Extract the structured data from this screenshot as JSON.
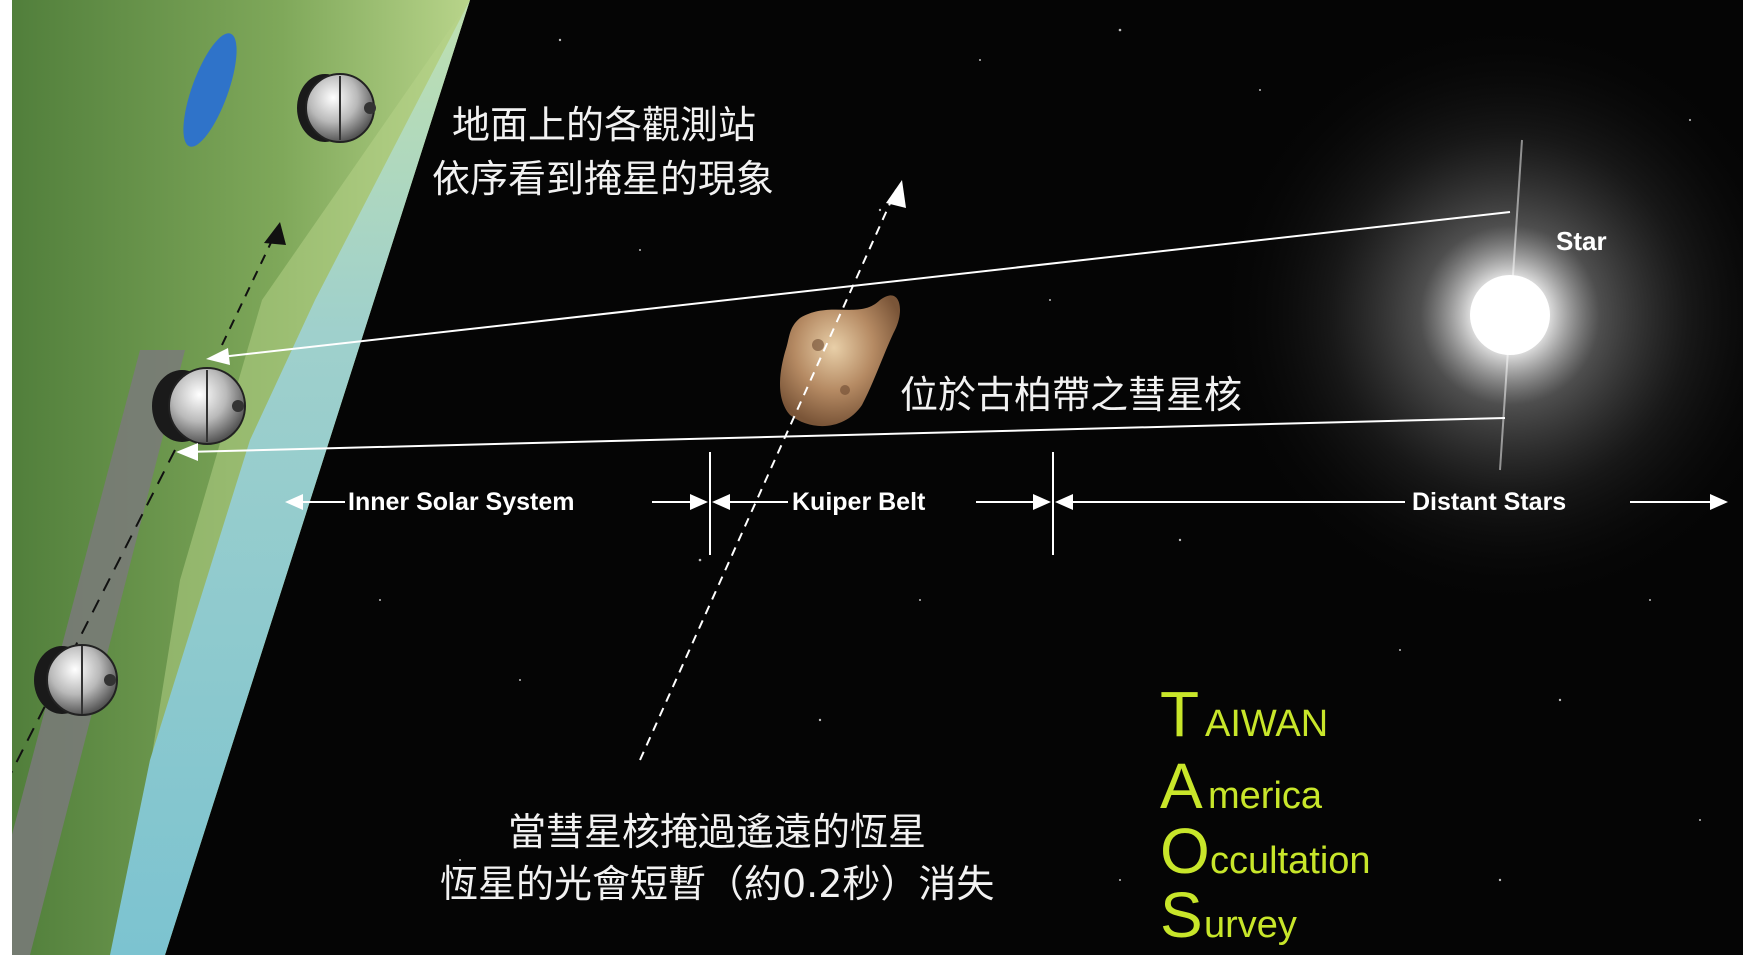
{
  "labels": {
    "stations_line1": "地面上的各觀測站",
    "stations_line2": "依序看到掩星的現象",
    "comet_nucleus": "位於古柏帶之彗星核",
    "star": "Star",
    "occultation_line1": "當彗星核掩過遙遠的恆星",
    "occultation_line2": "恆星的光會短暫（約0.2秒）消失"
  },
  "segments": {
    "inner_solar_system": "Inner Solar System",
    "kuiper_belt": "Kuiper Belt",
    "distant_stars": "Distant Stars"
  },
  "taos": {
    "t_initial": "T",
    "t_rest": "AIWAN",
    "a_initial": "A",
    "a_rest": "merica",
    "o_initial": "O",
    "o_rest": "ccultation",
    "s_initial": "S",
    "s_rest": "urvey"
  },
  "colors": {
    "space": "#050505",
    "taos_green": "#c8e62a",
    "earth_green": "#6f9a4c",
    "ocean": "#7fc0c8",
    "annotation": "#f2f2f2"
  }
}
